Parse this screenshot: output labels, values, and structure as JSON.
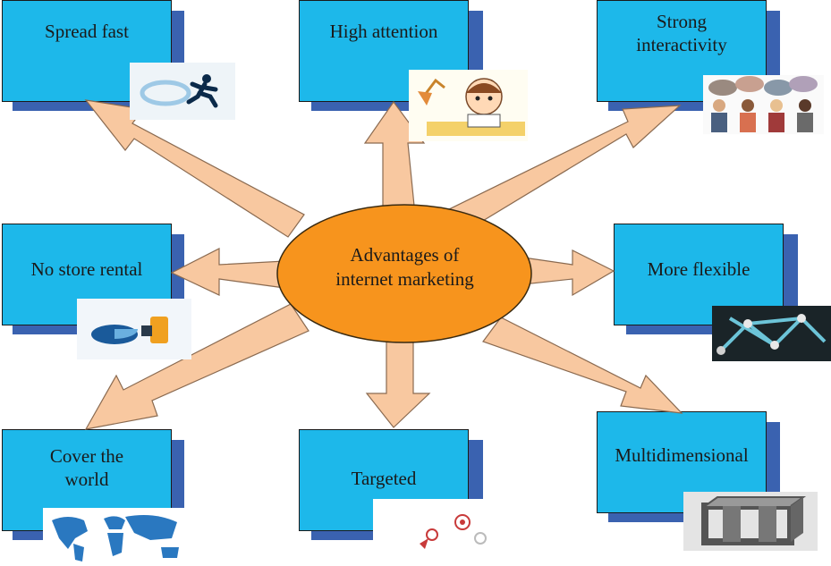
{
  "center": {
    "line1": "Advantages of",
    "line2": "internet marketing"
  },
  "nodes": {
    "spread_fast": "Spread fast",
    "high_attention": "High attention",
    "strong_interactivity_1": "Strong",
    "strong_interactivity_2": "interactivity",
    "no_store_rental": "No store rental",
    "more_flexible": "More flexible",
    "cover_world_1": "Cover the",
    "cover_world_2": "world",
    "targeted": "Targeted",
    "multidimensional": "Multidimensional"
  },
  "colors": {
    "box_fill": "#1db8ea",
    "box_shadow": "#3a62b0",
    "arrow_fill": "#f8c8a0",
    "ellipse_fill": "#f7941d"
  },
  "icons": [
    "runner-icon",
    "studying-girl-icon",
    "people-talking-icon",
    "pie-chart-icon",
    "network-icon",
    "world-map-icon",
    "targets-icon",
    "3d-cubes-icon"
  ]
}
